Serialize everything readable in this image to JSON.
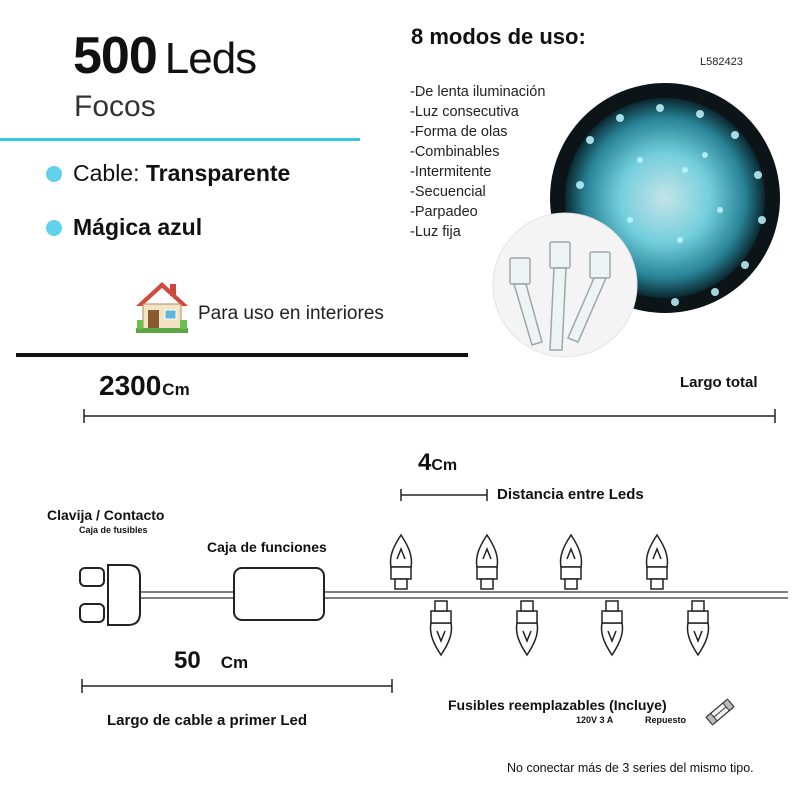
{
  "header": {
    "count": "500",
    "unit": "Leds",
    "subtitle": "Focos"
  },
  "features": [
    {
      "label": "Cable:",
      "value": "Transparente"
    },
    {
      "label": "",
      "value": "Mágica azul"
    }
  ],
  "usage": {
    "text": "Para uso en interiores",
    "icon": "house-icon"
  },
  "modes": {
    "title": "8 modos de uso:",
    "sku": "L582423",
    "items": [
      "-De lenta iluminación",
      "-Luz consecutiva",
      "-Forma de olas",
      "-Combinables",
      "-Intermitente",
      "-Secuencial",
      "-Parpadeo",
      "-Luz fija"
    ]
  },
  "total_length": {
    "value": "2300",
    "unit": "Cm",
    "label": "Largo total"
  },
  "led_spacing": {
    "value": "4",
    "unit": "Cm",
    "label": "Distancia entre Leds"
  },
  "plug": {
    "label": "Clavija / Contacto",
    "sublabel": "Caja de fusibles"
  },
  "controller": {
    "label": "Caja de funciones"
  },
  "lead_cable": {
    "value": "50",
    "unit": "Cm",
    "label": "Largo de cable a primer Led"
  },
  "fuses": {
    "label": "Fusibles reemplazables (Incluye)",
    "rating": "120V 3 A",
    "spare": "Repuesto"
  },
  "warning": "No conectar más de 3 series del mismo tipo.",
  "colors": {
    "accent": "#39c6e3",
    "led_glow": "#7fe3f2",
    "dark": "#111111"
  }
}
